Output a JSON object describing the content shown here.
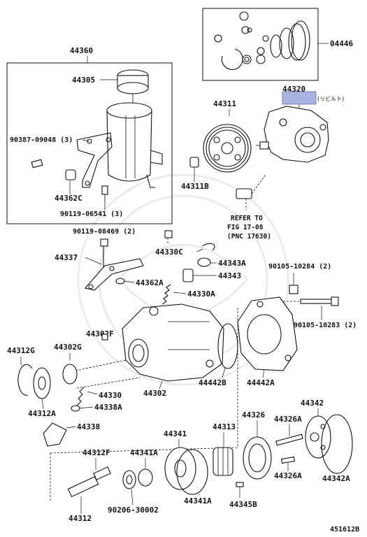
{
  "diagram_id": "451612B",
  "highlight_color": "#aab4e0",
  "parts": {
    "p04446": "04446",
    "p44360": "44360",
    "p44305": "44305",
    "p44320": "44320",
    "p44320_note": "(リビルト)",
    "p44311": "44311",
    "p9038709048": "90387-09048 (3)",
    "p44311B": "44311B",
    "p44362C": "44362C",
    "p9011906541": "90119-06541 (3)",
    "p9011908469": "90119-08469 (2)",
    "p44330C": "44330C",
    "p44337": "44337",
    "p44343A": "44343A",
    "p44343": "44343",
    "p9010510284": "90105-10284 (2)",
    "p44362A": "44362A",
    "p44330A": "44330A",
    "p9010510283": "90105-10283 (2)",
    "p44302F": "44302F",
    "p44312G": "44312G",
    "p44302G": "44302G",
    "p44442B": "44442B",
    "p44442A": "44442A",
    "p44302": "44302",
    "p44330": "44330",
    "p44312A": "44312A",
    "p44338A": "44338A",
    "p44338": "44338",
    "p44342": "44342",
    "p44313": "44313",
    "p44326": "44326",
    "p44341": "44341",
    "p44326A_top": "44326A",
    "p44312F": "44312F",
    "p44341A_top": "44341A",
    "p44326A_bot": "44326A",
    "p44342A": "44342A",
    "p44312": "44312",
    "p9020630002": "90206-30002",
    "p44341A_bot": "44341A",
    "p44345B": "44345B"
  },
  "refer_note": {
    "line1": "REFER TO",
    "line2": "FIG 17-08",
    "line3": "(PNC 17630)"
  }
}
